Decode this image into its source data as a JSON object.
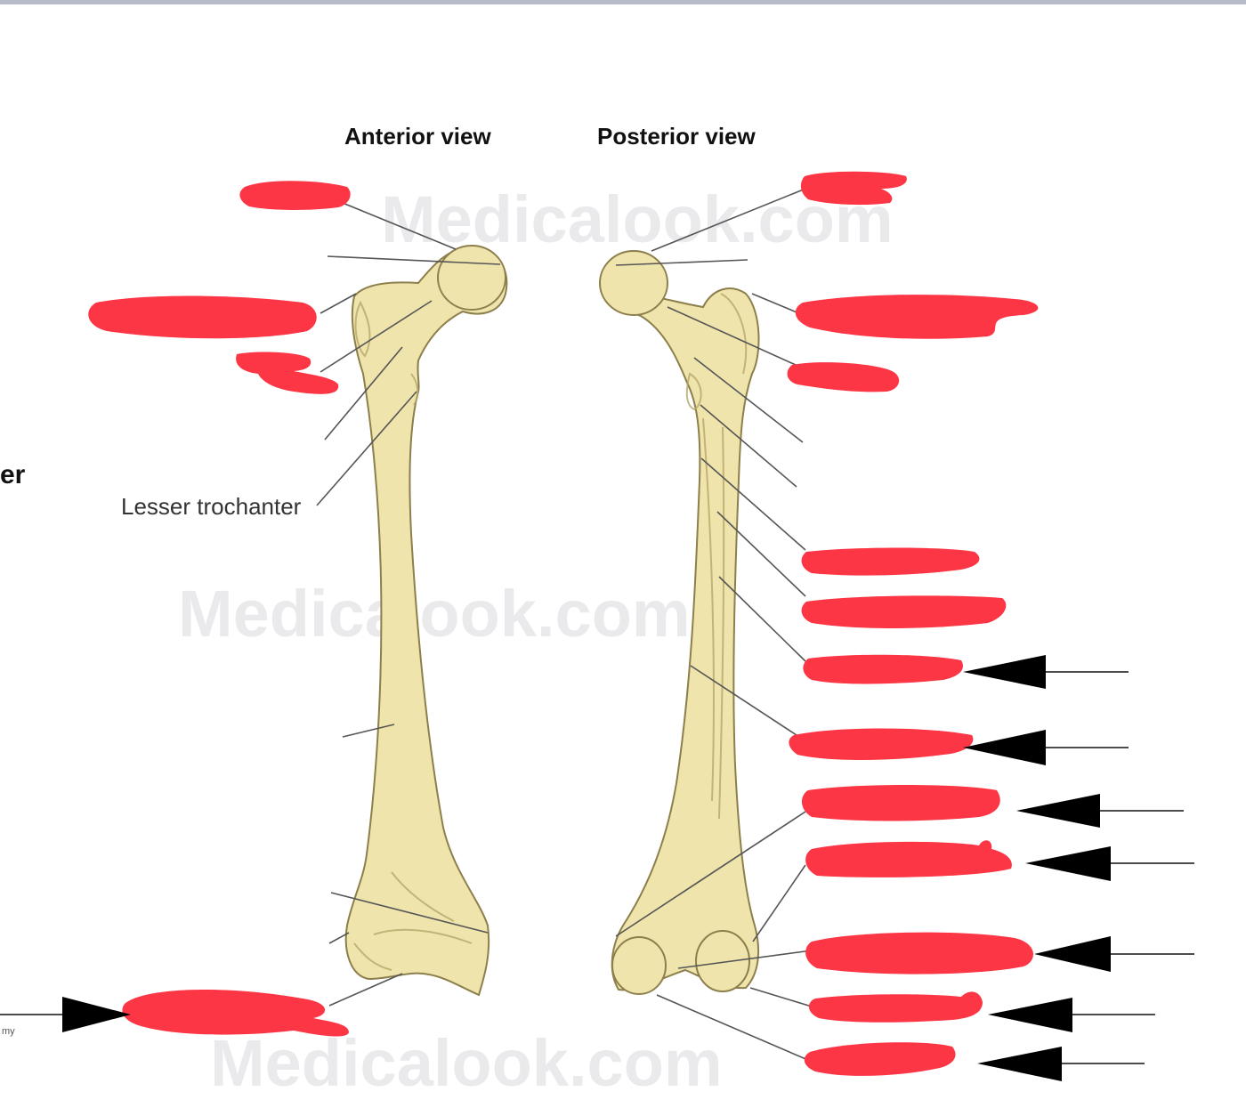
{
  "titles": {
    "anterior": "Anterior view",
    "posterior": "Posterior view"
  },
  "labels": {
    "lesser_trochanter": "Lesser trochanter"
  },
  "fragments": {
    "left_edge_er": "er",
    "bottom_left_small": "my"
  },
  "watermark": {
    "text": "Medicalook.com"
  },
  "colors": {
    "bone_fill": "#efe4ac",
    "bone_outline": "#8d7f4c",
    "redaction": "#fc3644",
    "arrow": "#000000",
    "leader_line": "#555555",
    "top_bar": "#b7bac9"
  }
}
